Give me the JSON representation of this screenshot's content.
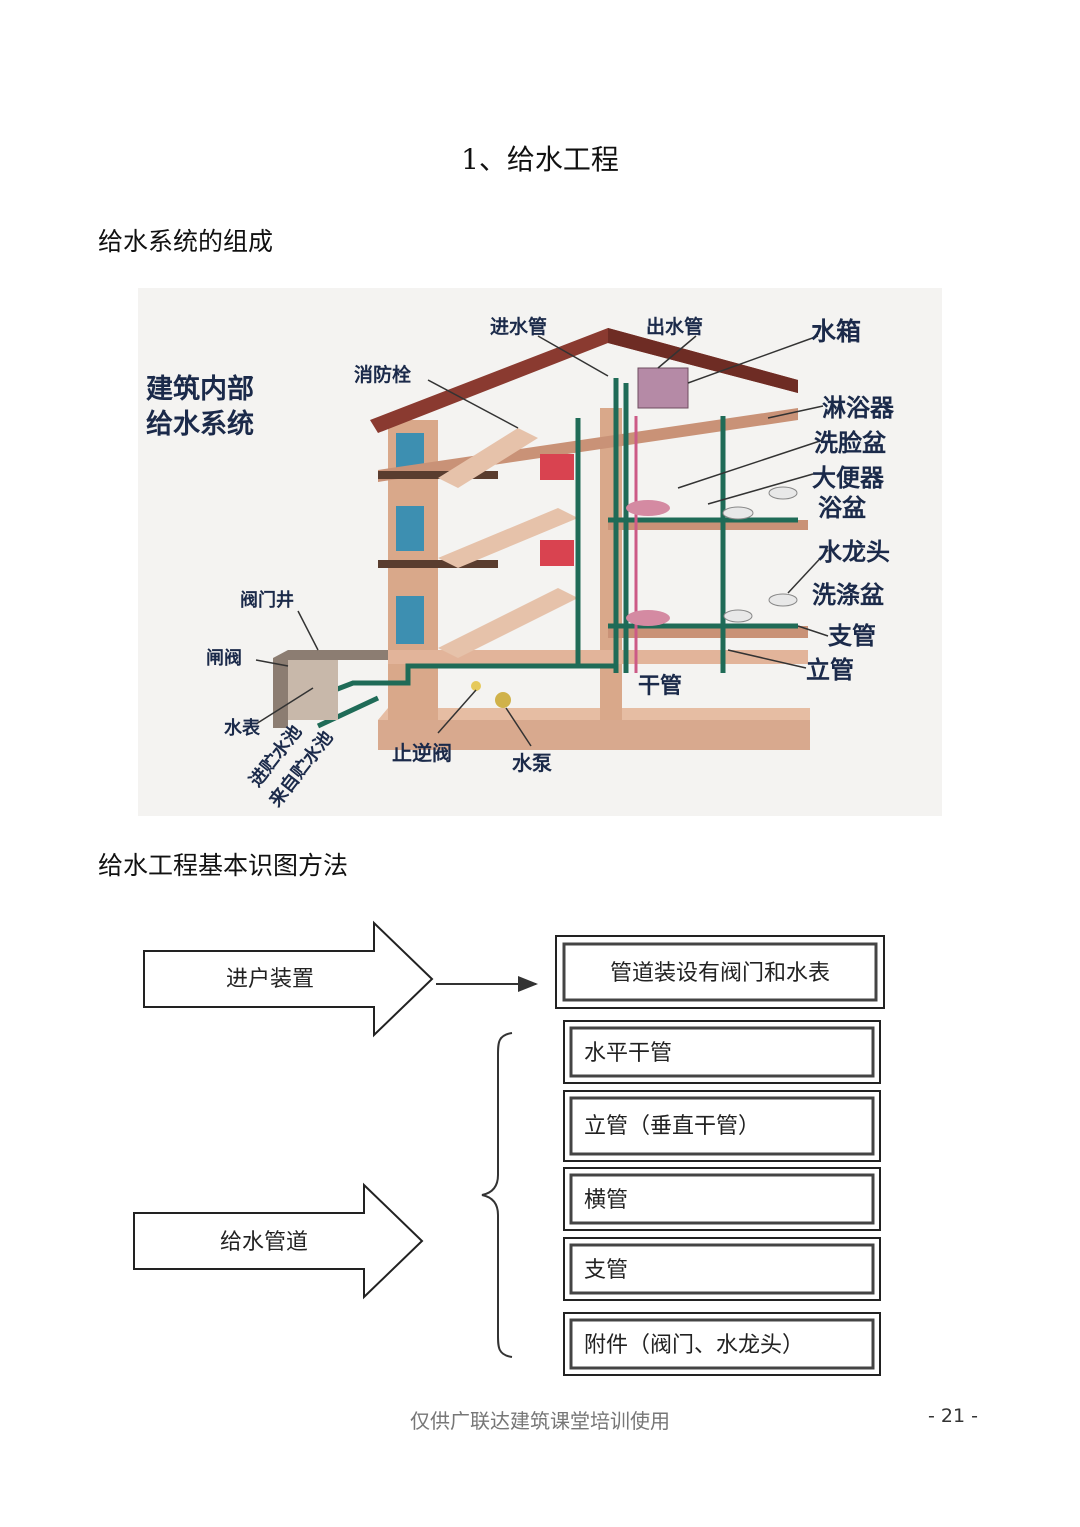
{
  "title": "1、给水工程",
  "section1": {
    "heading": "给水系统的组成"
  },
  "diagram1": {
    "system_title_line1": "建筑内部",
    "system_title_line2": "给水系统",
    "labels": {
      "inlet_pipe": "进水管",
      "outlet_pipe": "出水管",
      "water_tank": "水箱",
      "fire_hydrant": "消防栓",
      "shower": "淋浴器",
      "washbasin": "洗脸盆",
      "toilet": "大便器",
      "bathtub": "浴盆",
      "faucet": "水龙头",
      "sink": "洗涤盆",
      "branch_pipe": "支管",
      "riser": "立管",
      "main_pipe": "干管",
      "valve_well": "阀门井",
      "gate_valve": "闸阀",
      "water_meter": "水表",
      "to_reservoir": "进贮水池",
      "from_reservoir": "来自贮水池",
      "check_valve": "止逆阀",
      "pump": "水泵"
    }
  },
  "section2": {
    "heading": "给水工程基本识图方法"
  },
  "diagram2": {
    "entry_device": "进户装置",
    "entry_result": "管道装设有阀门和水表",
    "supply_pipe": "给水管道",
    "pipe_types": [
      "水平干管",
      "立管（垂直干管）",
      "横管",
      "支管",
      "附件（阀门、水龙头）"
    ]
  },
  "footer": {
    "text": "仅供广联达建筑课堂培训使用",
    "page": "- 21 -"
  }
}
